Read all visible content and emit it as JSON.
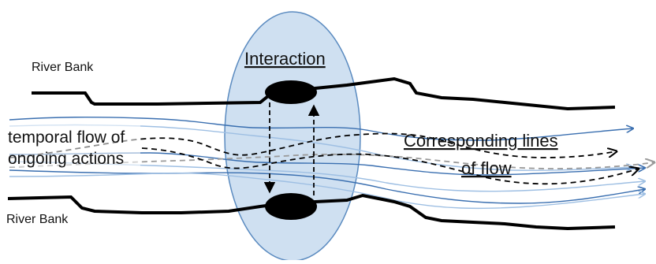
{
  "labels": {
    "river_bank_top": "River Bank",
    "river_bank_bottom": "River Bank",
    "interaction": "Interaction",
    "temporal_line1": "temporal flow of",
    "temporal_line2": "ongoing actions",
    "corresponding_line1": "Corresponding lines",
    "corresponding_line2": "of flow"
  },
  "colors": {
    "bank": "#000000",
    "ellipse_fill": "#cfe0f1",
    "ellipse_stroke": "#5b8bc0",
    "flow_dark_blue": "#3a6fb0",
    "flow_light_blue": "#9ebfe3",
    "dashed": "#000000",
    "dashed_gray": "#9a9a9a"
  }
}
